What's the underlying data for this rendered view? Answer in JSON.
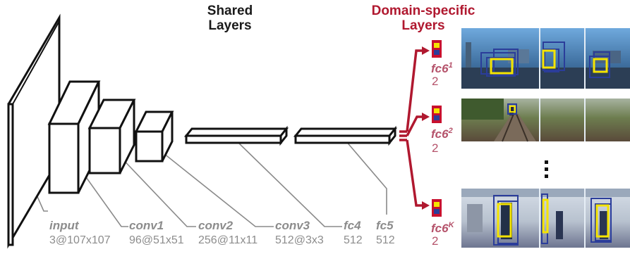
{
  "header": {
    "shared_line1": "Shared",
    "shared_line2": "Layers",
    "domain_line1": "Domain-specific",
    "domain_line2": "Layers"
  },
  "layers": [
    {
      "name": "input",
      "dims": "3@107x107"
    },
    {
      "name": "conv1",
      "dims": "96@51x51"
    },
    {
      "name": "conv2",
      "dims": "256@11x11"
    },
    {
      "name": "conv3",
      "dims": "512@3x3"
    },
    {
      "name": "fc4",
      "dims": "512"
    },
    {
      "name": "fc5",
      "dims": "512"
    }
  ],
  "branches": [
    {
      "name": "fc6",
      "sup": "1",
      "dims": "2"
    },
    {
      "name": "fc6",
      "sup": "2",
      "dims": "2"
    },
    {
      "name": "fc6",
      "sup": "K",
      "dims": "2"
    }
  ],
  "colors": {
    "arrow_red": "#b0182f",
    "label_pink": "#b5536b",
    "label_gray": "#8c8c8c",
    "unit_yellow": "#f5e400",
    "unit_blue": "#2b3d9a",
    "unit_red": "#c8102e"
  }
}
